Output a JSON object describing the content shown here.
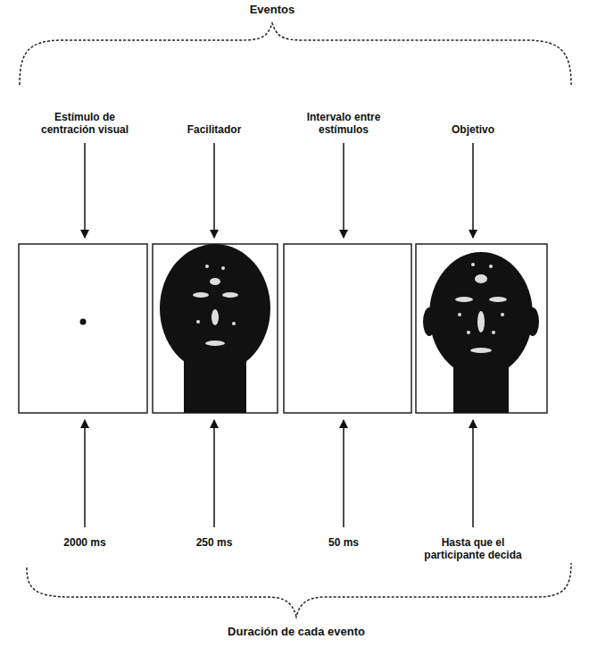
{
  "diagram": {
    "title": "Eventos",
    "caption": "Duración de cada evento",
    "labels": [
      "Estímulo de centración visual",
      "Facilitador",
      "Intervalo entre estímulos",
      "Objetivo",
      "2000 ms",
      "250 ms",
      "50 ms",
      "Hasta que el participante decida"
    ]
  }
}
